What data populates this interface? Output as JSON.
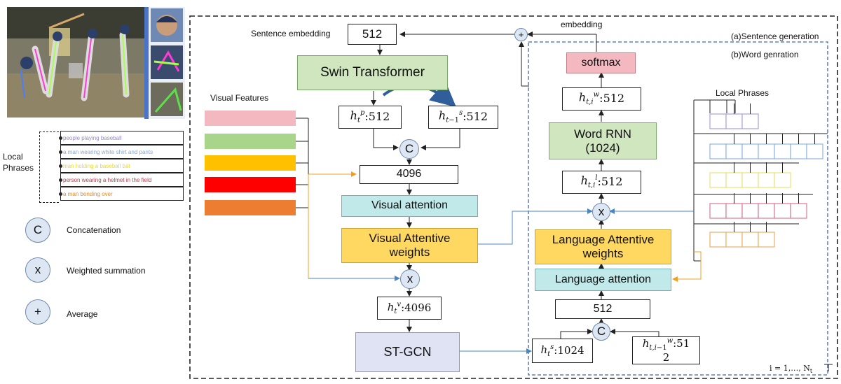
{
  "frames": {
    "sentence_gen": "(a)Sentence generation",
    "word_gen": "(b)Word genration",
    "loop_note": "i = 1,…, N",
    "loop_note_sub": "t"
  },
  "left_panel": {
    "local_phrases_label_1": "Local",
    "local_phrases_label_2": "Phrases",
    "phrases": [
      {
        "text": "people playing baseball",
        "color": "#9a88c8"
      },
      {
        "text": "a man  wearing white shirt and pants",
        "color": "#8aa6cf"
      },
      {
        "text": "man holding a baseball bat",
        "color": "#e8dc2a"
      },
      {
        "text": "person wearing a helmet in the field",
        "color": "#c0394f"
      },
      {
        "text": "a man bending over",
        "color": "#e08a2e"
      }
    ]
  },
  "legend": [
    {
      "symbol": "C",
      "text": "Concatenation"
    },
    {
      "symbol": "x",
      "text": "Weighted summation"
    },
    {
      "symbol": "+",
      "text": "Average"
    }
  ],
  "visual_features": {
    "label": "Visual Features",
    "swatches": [
      "#f4b9c0",
      "#a8d58a",
      "#ffc000",
      "#ff0000",
      "#ed7d31"
    ]
  },
  "sentence_branch": {
    "sentence_embedding_label": "Sentence embedding",
    "embed_value": "512",
    "swin": "Swin Transformer",
    "htp_value": ":512",
    "hts_value": ":512",
    "concat_value": "4096",
    "visual_attention": "Visual attention",
    "visual_attentive_weights_1": "Visual Attentive",
    "visual_attentive_weights_2": "weights",
    "htv_value": ":4096",
    "stgcn": "ST-GCN"
  },
  "word_branch": {
    "embedding_label": "embedding",
    "softmax": "softmax",
    "htiw_value": ":512",
    "word_rnn_1": "Word RNN",
    "word_rnn_2": "(1024)",
    "htil_value": ":512",
    "language_attentive_weights_1": "Language Attentive",
    "language_attentive_weights_2": "weights",
    "language_attention": "Language attention",
    "concat_value": "512",
    "hts_value": ":1024",
    "htim1_value_1": ":51",
    "htim1_value_2": "2"
  },
  "local_phrases_tree": {
    "label": "Local Phrases",
    "row_colors": [
      "#a9a2dc",
      "#8fb4e3",
      "#e9e27a",
      "#d77a96",
      "#e9b06a"
    ]
  }
}
